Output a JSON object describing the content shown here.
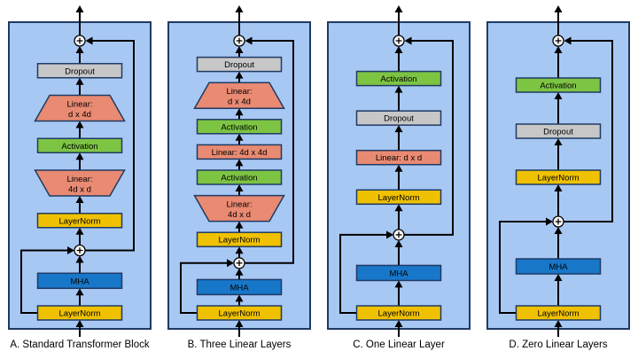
{
  "flow": "bottom-to-top",
  "colors": {
    "panel_bg": "#A8C8F4",
    "panel_border": "#1F3A63",
    "box_border": "#1F3A63",
    "arrow": "#000000",
    "text": "#000000",
    "add_fill": "#FFFFFF",
    "yellow": "#EFC101",
    "blue": "#1877C9",
    "green": "#7DC443",
    "salmon": "#E98A72",
    "gray": "#C7C7C7"
  },
  "panels": [
    {
      "id": "A",
      "caption": "A. Standard Transformer Block",
      "blocks": [
        {
          "kind": "rect",
          "color": "yellow",
          "label": "LayerNorm"
        },
        {
          "kind": "rect",
          "color": "blue",
          "label": "MHA"
        },
        {
          "kind": "add",
          "label": "+"
        },
        {
          "kind": "rect",
          "color": "yellow",
          "label": "LayerNorm"
        },
        {
          "kind": "trap_expand",
          "color": "salmon",
          "lines": [
            "Linear:",
            "4d x d"
          ]
        },
        {
          "kind": "rect",
          "color": "green",
          "label": "Activation"
        },
        {
          "kind": "trap_contract",
          "color": "salmon",
          "lines": [
            "Linear:",
            "d x 4d"
          ]
        },
        {
          "kind": "rect",
          "color": "gray",
          "label": "Dropout"
        },
        {
          "kind": "add",
          "label": "+"
        }
      ]
    },
    {
      "id": "B",
      "caption": "B. Three Linear Layers",
      "blocks": [
        {
          "kind": "rect",
          "color": "yellow",
          "label": "LayerNorm"
        },
        {
          "kind": "rect",
          "color": "blue",
          "label": "MHA"
        },
        {
          "kind": "add",
          "label": "+"
        },
        {
          "kind": "rect",
          "color": "yellow",
          "label": "LayerNorm"
        },
        {
          "kind": "trap_expand",
          "color": "salmon",
          "lines": [
            "Linear:",
            "4d x d"
          ]
        },
        {
          "kind": "rect",
          "color": "green",
          "label": "Activation"
        },
        {
          "kind": "rect",
          "color": "salmon",
          "label": "Linear: 4d x 4d"
        },
        {
          "kind": "rect",
          "color": "green",
          "label": "Activation"
        },
        {
          "kind": "trap_contract",
          "color": "salmon",
          "lines": [
            "Linear:",
            "d x 4d"
          ]
        },
        {
          "kind": "rect",
          "color": "gray",
          "label": "Dropout"
        },
        {
          "kind": "add",
          "label": "+"
        }
      ]
    },
    {
      "id": "C",
      "caption": "C. One Linear Layer",
      "blocks": [
        {
          "kind": "rect",
          "color": "yellow",
          "label": "LayerNorm"
        },
        {
          "kind": "rect",
          "color": "blue",
          "label": "MHA"
        },
        {
          "kind": "add",
          "label": "+"
        },
        {
          "kind": "rect",
          "color": "yellow",
          "label": "LayerNorm"
        },
        {
          "kind": "rect",
          "color": "salmon",
          "label": "Linear: d x d"
        },
        {
          "kind": "rect",
          "color": "gray",
          "label": "Dropout"
        },
        {
          "kind": "rect",
          "color": "green",
          "label": "Activation"
        },
        {
          "kind": "add",
          "label": "+"
        }
      ]
    },
    {
      "id": "D",
      "caption": "D. Zero Linear Layers",
      "blocks": [
        {
          "kind": "rect",
          "color": "yellow",
          "label": "LayerNorm"
        },
        {
          "kind": "rect",
          "color": "blue",
          "label": "MHA"
        },
        {
          "kind": "add",
          "label": "+"
        },
        {
          "kind": "rect",
          "color": "yellow",
          "label": "LayerNorm"
        },
        {
          "kind": "rect",
          "color": "gray",
          "label": "Dropout"
        },
        {
          "kind": "rect",
          "color": "green",
          "label": "Activation"
        },
        {
          "kind": "add",
          "label": "+"
        }
      ]
    }
  ]
}
